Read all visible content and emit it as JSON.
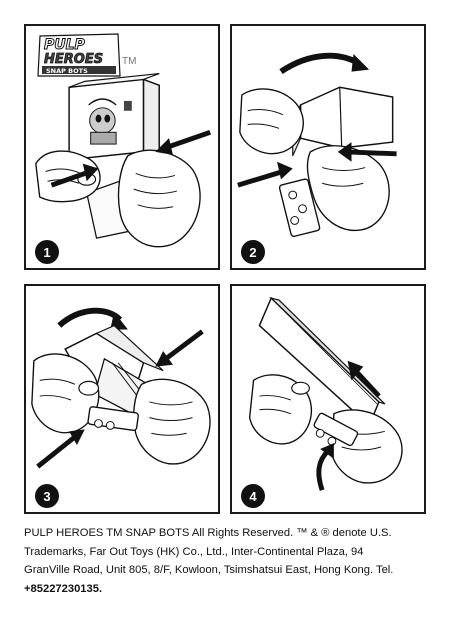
{
  "logo": {
    "line1": "PULP",
    "line2": "HEROES",
    "line3": "SNAP BOTS",
    "tm": "TM"
  },
  "steps": [
    {
      "number": "1"
    },
    {
      "number": "2"
    },
    {
      "number": "3"
    },
    {
      "number": "4"
    }
  ],
  "footer": {
    "line1": "PULP HEROES TM SNAP BOTS All Rights Reserved. ™ & ® denote U.S.",
    "line2": "Trademarks, Far Out Toys (HK) Co., Ltd., Inter-Continental Plaza, 94",
    "line3": "GranVille Road, Unit 805, 8/F, Kowloon, Tsimshatsui East, Hong Kong. Tel.",
    "line4": "+85227230135."
  }
}
